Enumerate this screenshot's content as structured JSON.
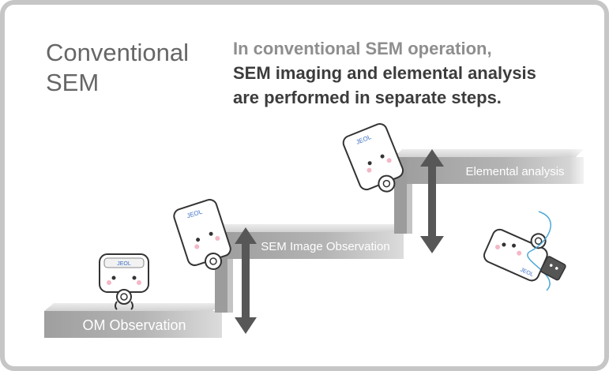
{
  "header": {
    "title_line1": "Conventional",
    "title_line2": "SEM",
    "description_line1": "In conventional SEM operation,",
    "description_line2": "SEM imaging and elemental analysis",
    "description_line3": "are performed in separate steps."
  },
  "steps": [
    {
      "label": "OM Observation"
    },
    {
      "label": "SEM Image Observation"
    },
    {
      "label": "Elemental analysis"
    }
  ],
  "mascot": {
    "logo": "JEOL"
  },
  "colors": {
    "frame": "#c6c6c6",
    "step_face": "#b0b0b0",
    "step_riser": "#9a9a9a",
    "arrow": "#575757",
    "detector_cable": "#4aa8d8"
  }
}
